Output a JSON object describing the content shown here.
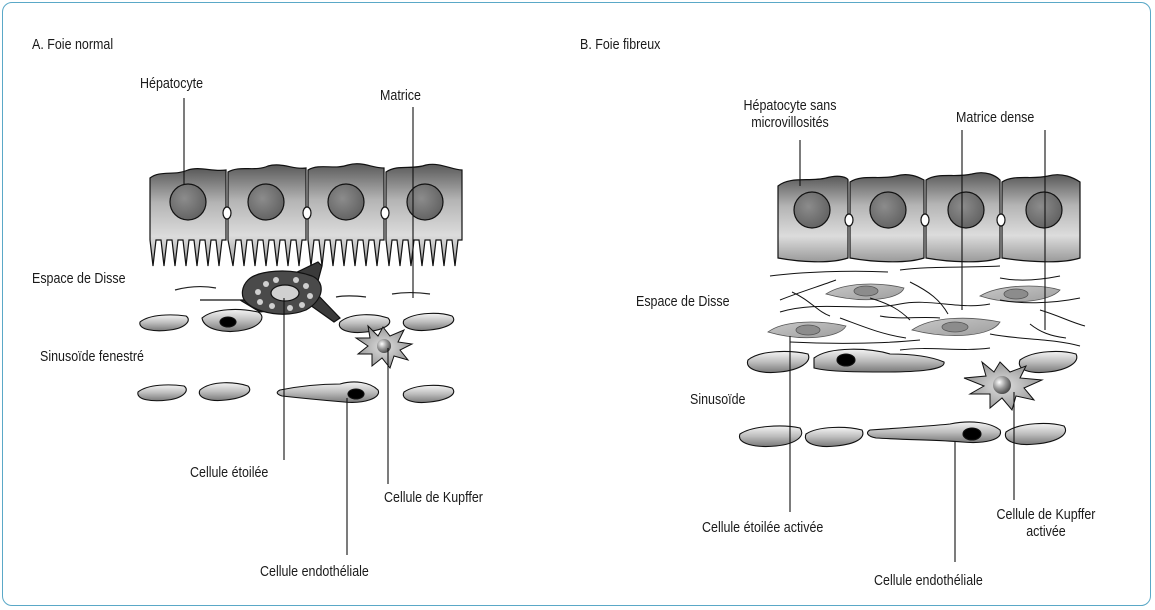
{
  "panels": {
    "normal": {
      "title": "A. Foie normal",
      "hepatocyte": "Hépatocyte",
      "matrix": "Matrice",
      "disse": "Espace de Disse",
      "sinusoid": "Sinusoïde fenestré",
      "stellate": "Cellule étoilée",
      "kupffer": "Cellule de Kupffer",
      "endothelial": "Cellule endothéliale"
    },
    "fibrous": {
      "title": "B. Foie fibreux",
      "hepatocyte_line1": "Hépatocyte sans",
      "hepatocyte_line2": "microvillosités",
      "matrix": "Matrice dense",
      "disse": "Espace de Disse",
      "sinusoid": "Sinusoïde",
      "stellate": "Cellule étoilée activée",
      "kupffer_line1": "Cellule de Kupffer",
      "kupffer_line2": "activée",
      "endothelial": "Cellule endothéliale"
    }
  },
  "colors": {
    "frame": "#5aa8c7",
    "cell_gray": "#8a8a8a",
    "nucleus": "#6e6e6e",
    "outline": "#111111"
  }
}
